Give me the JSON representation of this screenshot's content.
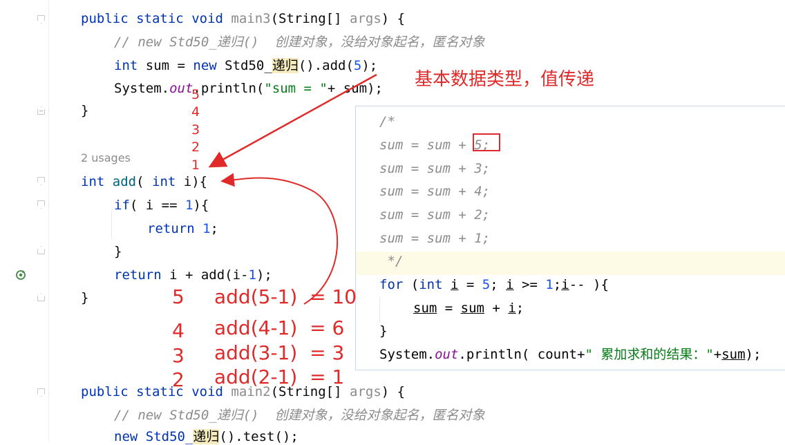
{
  "editor": {
    "usages_hint": "2 usages",
    "main3_signature": {
      "kw1": "public",
      "kw2": "static",
      "kw3": "void",
      "name": "main3",
      "params_a": "(String[] ",
      "param": "args",
      "params_b": ") {"
    },
    "comment1_a": "// new Std50_",
    "comment1_b": "递归",
    "comment1_c": "()  创建对象，没给对象起名，匿名对象",
    "sum_line": {
      "kw": "int",
      "a": " sum = ",
      "new": "new",
      "b": " Std50_",
      "cls": "递归",
      "c": "().add(",
      "num": "5",
      "d": ");"
    },
    "print_line": {
      "a": "System.",
      "field": "out",
      "b": ".println(",
      "str": "\"sum = \"",
      "c": "+ sum);"
    },
    "close_brace": "}",
    "add_sig": {
      "kw": "int",
      "name": "add",
      "a": "( ",
      "kw2": "int",
      "b": " i){"
    },
    "if_line": {
      "kw": "if",
      "a": "( i == ",
      "num": "1",
      "b": "){"
    },
    "return1": {
      "kw": "return",
      "num": "1",
      "b": ";"
    },
    "inner_close": "}",
    "return_rec": {
      "kw": "return",
      "a": " i + add(i-",
      "num": "1",
      "b": ");"
    },
    "add_close": "}",
    "main2_signature": {
      "kw1": "public",
      "kw2": "static",
      "kw3": "void",
      "name": "main2",
      "params_a": "(String[] ",
      "param": "args",
      "params_b": ") {"
    },
    "comment2_a": "// new Std50_",
    "comment2_b": "递归",
    "comment2_c": "()  创建对象，没给对象起名，匿名对象",
    "last_line": {
      "a": "new Std50_",
      "cls": "递归",
      "b": "().test();"
    }
  },
  "popup": {
    "lines": [
      "/*",
      "sum = sum + 5;",
      "sum = sum + 3;",
      "sum = sum + 4;",
      "sum = sum + 2;",
      "sum = sum + 1;",
      " */"
    ],
    "for_line": {
      "kw": "for",
      "a": " (",
      "kw2": "int",
      "b": " ",
      "i1": "i",
      "c": " = ",
      "n1": "5",
      "d": "; ",
      "i2": "i",
      "e": " >= ",
      "n2": "1",
      "f": ";",
      "i3": "i",
      "g": "-- ){"
    },
    "body_line": {
      "sum1": "sum",
      "a": " = ",
      "sum2": "sum",
      "b": " + ",
      "i": "i",
      "c": ";"
    },
    "close": "}",
    "print_line": {
      "a": "System.",
      "field": "out",
      "b": ".println( count+",
      "str": "\" 累加求和的结果：\"",
      "c": "+",
      "sum": "sum",
      "d": ");"
    }
  },
  "annotations": {
    "title": "基本数据类型，值传递",
    "stack_numbers": [
      "5",
      "4",
      "3",
      "2",
      "1"
    ],
    "calls": [
      {
        "n": "5",
        "expr": "add(5-1)  = 10"
      },
      {
        "n": "4",
        "expr": "add(4-1)  = 6"
      },
      {
        "n": "3",
        "expr": "add(3-1)  = 3"
      },
      {
        "n": "2",
        "expr": "add(2-1)  = 1"
      }
    ],
    "color": "#e02a2a"
  }
}
